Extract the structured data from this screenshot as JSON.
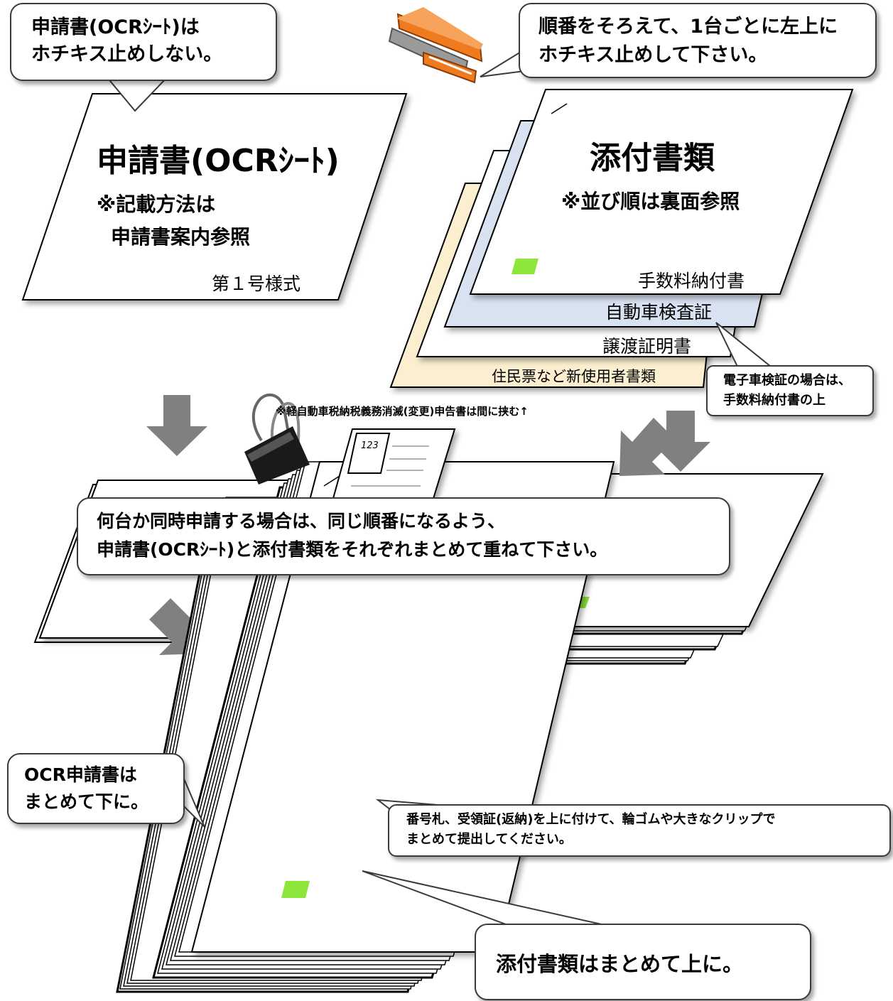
{
  "bubbles": {
    "no_staple": "申請書(OCRｼｰﾄ)は\nホチキス止めしない。",
    "staple_each": "順番をそろえて、1台ごとに左上に\nホチキス止めして下さい。",
    "multiple": "何台か同時申請する場合は、同じ順番になるよう、\n申請書(OCRｼｰﾄ)と添付書類をそれぞれまとめて重ねて下さい。",
    "electronic": "電子車検証の場合は、\n手数料納付書の上",
    "ocr_bottom": "OCR申請書は\nまとめて下に。",
    "submit": "番号札、受領証(返納)を上に付けて、輪ゴムや大きなクリップで\nまとめて提出してください。",
    "attach_top": "添付書類はまとめて上に。"
  },
  "ocr_sheet": {
    "title": "申請書(OCRｼｰﾄ)",
    "note_line1": "※記載方法は",
    "note_line2": "申請書案内参照",
    "form_no": "第１号様式"
  },
  "attachments": {
    "title": "添付書類",
    "note": "※並び順は裏面参照",
    "docs": [
      "手数料納付書",
      "自動車検査証",
      "譲渡証明書",
      "住民票など新使用者書類"
    ]
  },
  "footnote": "※軽自動車税納税義務消滅(変更)申告書は間に挟む↑",
  "ticket_number": "123",
  "colors": {
    "stapler": "#f07a1e",
    "green_mark": "#8ee63a",
    "arrow": "#808080",
    "inspection_sheet": "#d8e2f1",
    "resident_sheet": "#fcefd0"
  }
}
